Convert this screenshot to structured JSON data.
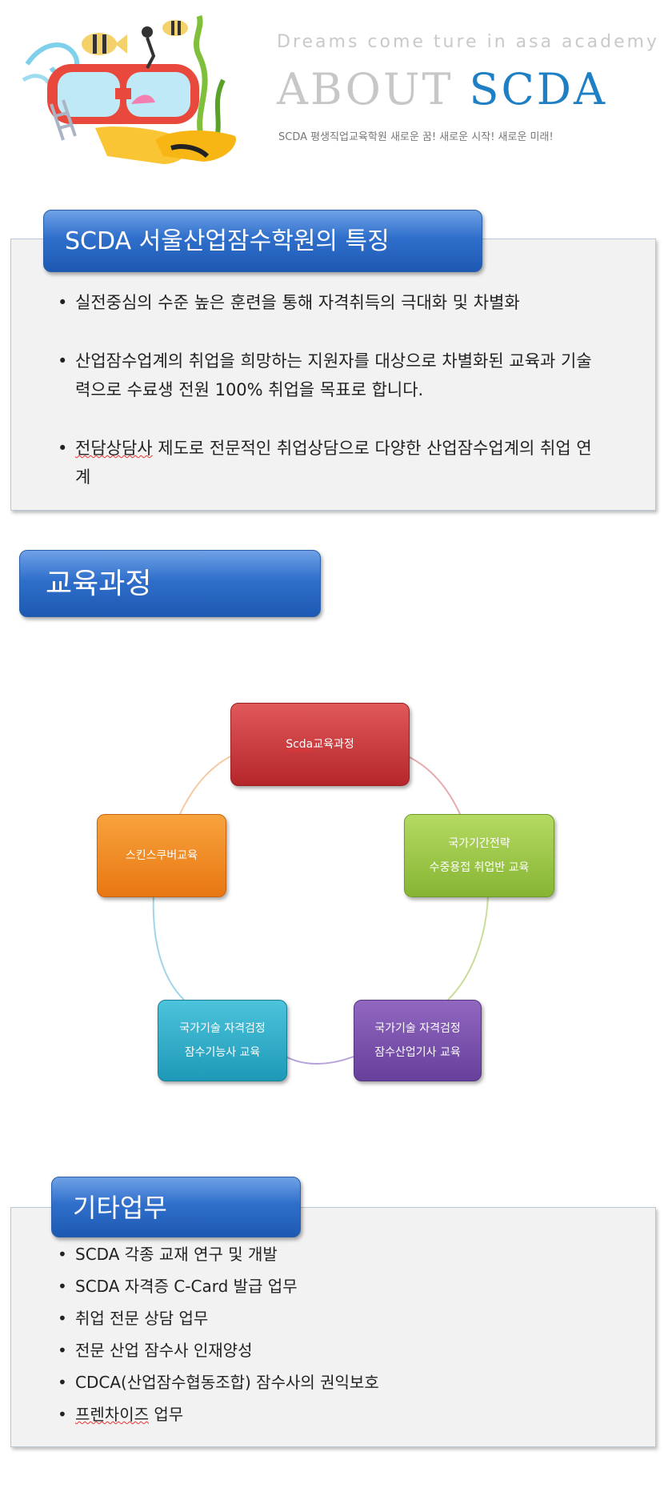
{
  "header": {
    "tagline": "Dreams come ture in asa academy",
    "title_about": "ABOUT",
    "title_scda": "SCDA",
    "subtitle": "SCDA 평생직업교육학원 새로운 꿈! 새로운 시작! 새로운 미래!"
  },
  "features": {
    "title": "SCDA 서울산업잠수학원의 특징",
    "items": [
      "실전중심의 수준 높은 훈련을 통해 자격취득의 극대화 및 차별화",
      "산업잠수업계의 취업을 희망하는 지원자를 대상으로 차별화된 교육과 기술력으로 수료생 전원 100% 취업을 목표로 합니다.",
      "전담상담사 제도로 전문적인 취업상담으로 다양한 산업잠수업계의 취업 연계"
    ]
  },
  "curriculum": {
    "title": "교육과정",
    "center": {
      "prefix": "Scda",
      "suffix": "교육과정"
    },
    "node_green": {
      "line1": "국가기간전략",
      "line2": "수중용접 취업반 교육"
    },
    "node_purple": {
      "line1": "국가기술 자격검정",
      "line2": "잠수산업기사 교육"
    },
    "node_teal": {
      "line1": "국가기술 자격검정",
      "line2": "잠수기능사 교육"
    },
    "node_orange": {
      "line1": "스킨스쿠버교육"
    }
  },
  "other": {
    "title": "기타업무",
    "items": [
      "SCDA 각종 교재 연구 및 개발",
      "SCDA 자격증 C-Card 발급 업무",
      "취업 전문 상담 업무",
      "전문 산업 잠수사 인재양성",
      "CDCA(산업잠수협동조합) 잠수사의 권익보호",
      "프렌차이즈 업무"
    ]
  },
  "colors": {
    "title_blue": "#2f6fcb",
    "scda_blue": "#1f7fc4",
    "node_red": "#b5262a",
    "node_green": "#86b533",
    "node_purple": "#66409b",
    "node_teal": "#1d99b7",
    "node_orange": "#e87712"
  }
}
